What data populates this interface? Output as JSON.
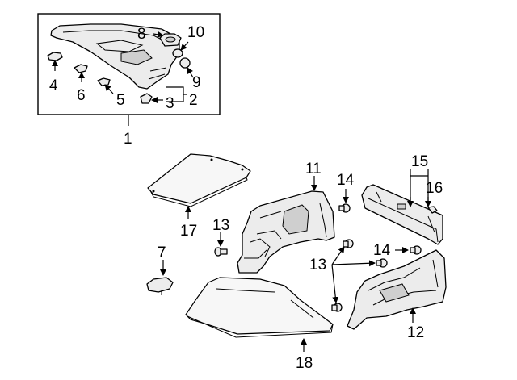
{
  "callouts": {
    "c1": "1",
    "c2": "2",
    "c3": "3",
    "c4": "4",
    "c5": "5",
    "c6": "6",
    "c7": "7",
    "c8": "8",
    "c9": "9",
    "c10": "10",
    "c11": "11",
    "c12": "12",
    "c13a": "13",
    "c13b": "13",
    "c14a": "14",
    "c14b": "14",
    "c15": "15",
    "c16": "16",
    "c17": "17",
    "c18": "18"
  },
  "colors": {
    "line": "#000000",
    "background": "#ffffff",
    "part_fill": "#ececec"
  }
}
